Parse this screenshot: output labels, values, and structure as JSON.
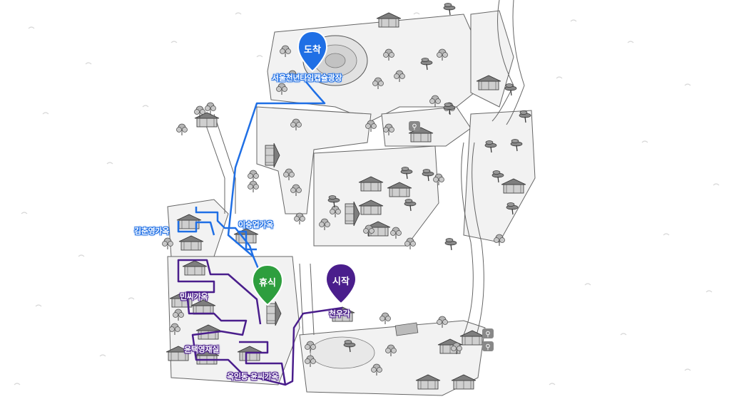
{
  "map": {
    "pins": {
      "arrival": "도착",
      "rest": "휴식",
      "start": "시작"
    },
    "labels": {
      "time_capsule_square": "서울천년타임캡슐광장",
      "kim_chunyeong_house": "김춘영가옥",
      "lee_seungeop_house": "이승업가옥",
      "min_house": "민씨가옥",
      "cheonugak": "천우각",
      "yun_taekyeong_house": "윤택영재실",
      "ogindong_yun_house": "옥인동 윤씨가옥"
    },
    "colors": {
      "blue_route": "#1f6fe5",
      "purple_route": "#4a1e8c",
      "rest_pin": "#2e9e3e"
    },
    "icons": [
      "restroom-icon",
      "restroom-icon"
    ]
  }
}
